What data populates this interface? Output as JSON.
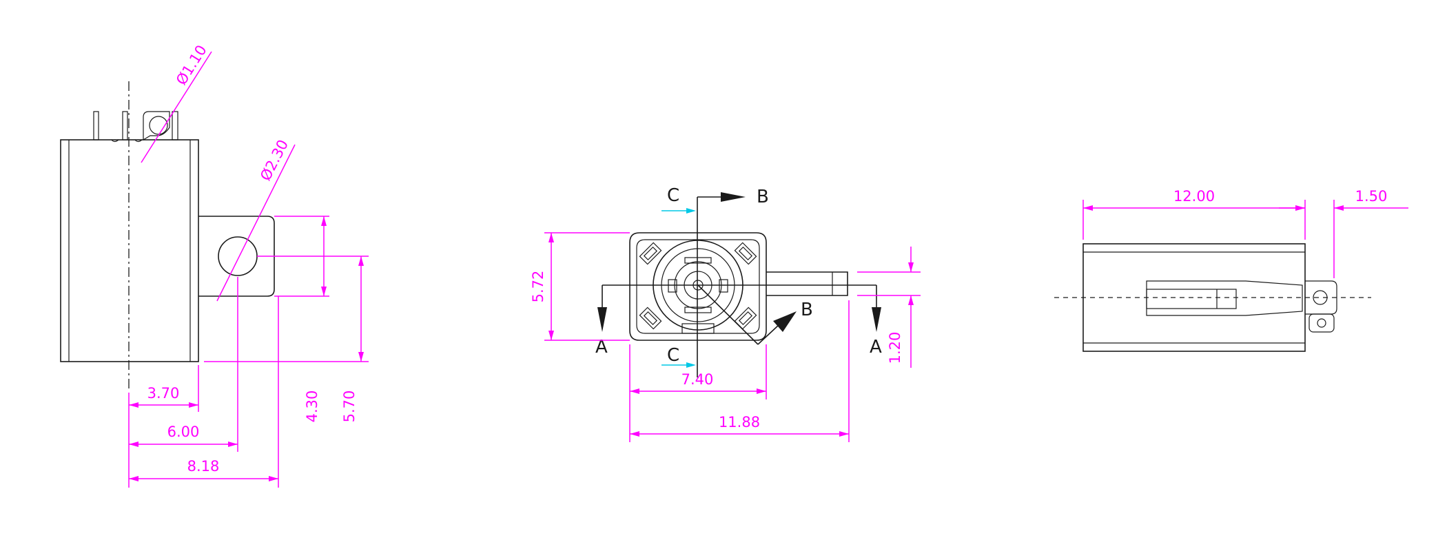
{
  "drawing": {
    "side_view": {
      "dimensions": {
        "pin_hole_dia": "Ø1.10",
        "hole_dia": "Ø2.30",
        "d_3_70": "3.70",
        "d_6_00": "6.00",
        "d_8_18": "8.18",
        "d_4_30": "4.30",
        "d_5_70": "5.70"
      }
    },
    "front_view": {
      "section_labels": {
        "a": "A",
        "b": "B",
        "c": "C"
      },
      "dimensions": {
        "d_5_72": "5.72",
        "d_7_40": "7.40",
        "d_11_88": "11.88",
        "d_1_20": "1.20"
      }
    },
    "top_view": {
      "dimensions": {
        "d_12_00": "12.00",
        "d_1_50": "1.50"
      }
    }
  },
  "colors": {
    "dimension": "#ff00ff",
    "outline": "#1a1a1a",
    "section_marker": "#00c8e6",
    "background": "#ffffff"
  }
}
